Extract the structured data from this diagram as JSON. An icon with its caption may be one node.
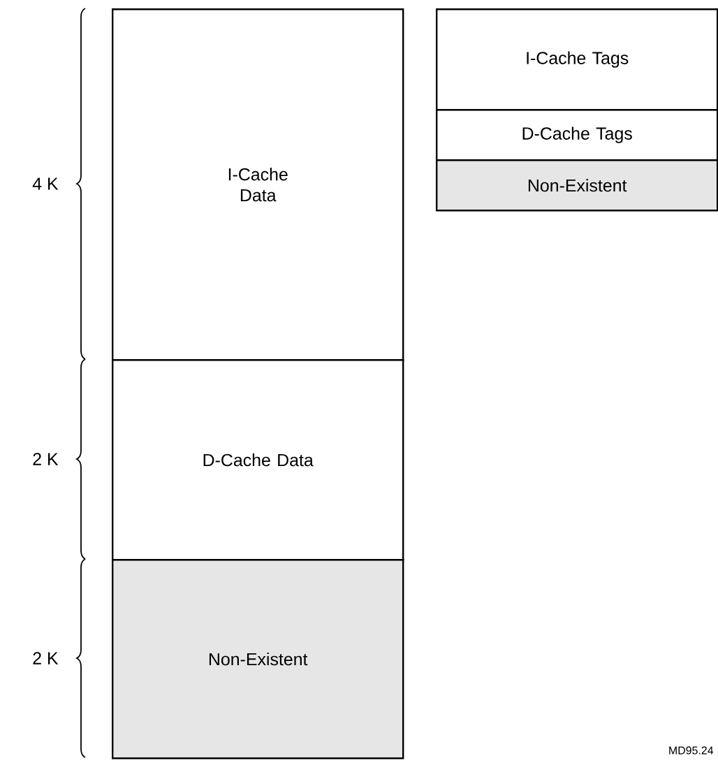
{
  "diagram": {
    "nodes": [
      {
        "text": [
          "I-Cache Data"
        ]
      },
      {
        "text": [
          "D-Cache Data"
        ]
      },
      {
        "text": [
          "Non-Existent"
        ]
      },
      {
        "text": [
          "I-Cache Tags"
        ]
      },
      {
        "text": [
          "D-Cache Tags"
        ]
      },
      {
        "text": [
          "Non-Existent"
        ]
      }
    ],
    "labels": [
      "4 K",
      "2 K",
      "2 K",
      "MD95.24"
    ]
  }
}
